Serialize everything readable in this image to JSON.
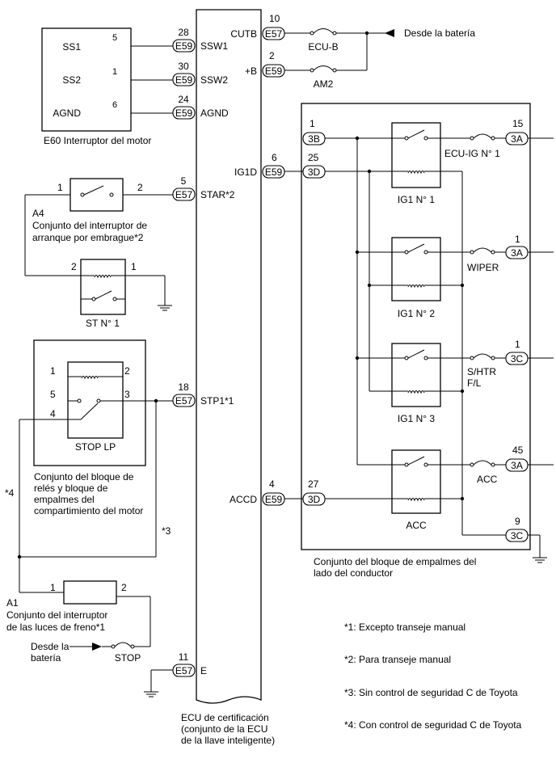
{
  "ecu": {
    "label_1": "ECU de certificación",
    "label_2": "(conjunto de la ECU",
    "label_3": "de la llave inteligente)"
  },
  "ecu_pins": [
    {
      "id": "ssw1",
      "pin": "28",
      "conn": "E59",
      "name": "SSW1"
    },
    {
      "id": "ssw2",
      "pin": "30",
      "conn": "E59",
      "name": "SSW2"
    },
    {
      "id": "agnd",
      "pin": "24",
      "conn": "E59",
      "name": "AGND"
    },
    {
      "id": "star",
      "pin": "5",
      "conn": "E57",
      "name": "STAR*2"
    },
    {
      "id": "stp1",
      "pin": "18",
      "conn": "E57",
      "name": "STP1*1"
    },
    {
      "id": "e",
      "pin": "11",
      "conn": "E57",
      "name": "E"
    },
    {
      "id": "cutb",
      "pin": "10",
      "conn": "E57",
      "name": "CUTB"
    },
    {
      "id": "plusb",
      "pin": "2",
      "conn": "E59",
      "name": "+B"
    },
    {
      "id": "ig1d",
      "pin": "6",
      "conn": "E59",
      "name": "IG1D"
    },
    {
      "id": "accd",
      "pin": "4",
      "conn": "E59",
      "name": "ACCD"
    }
  ],
  "engine_switch": {
    "label": "E60  Interruptor del motor",
    "pins": [
      {
        "name": "SS1",
        "num": "5"
      },
      {
        "name": "SS2",
        "num": "1"
      },
      {
        "name": "AGND",
        "num": "6"
      }
    ]
  },
  "clutch_switch": {
    "id": "A4",
    "label_1": "Conjunto del interruptor de",
    "label_2": "arranque por embrague*2",
    "pin_left": "1",
    "pin_right": "2"
  },
  "st_relay": {
    "label": "ST N° 1",
    "pin_left": "2",
    "pin_right": "1"
  },
  "stop_lp": {
    "label": "STOP LP",
    "pins": [
      "1",
      "2",
      "5",
      "3",
      "4"
    ],
    "block_label_1": "Conjunto del bloque de",
    "block_label_2": "relés y bloque de",
    "block_label_3": "empalmes del",
    "block_label_4": "compartimiento del motor"
  },
  "stoplight_switch": {
    "id": "A1",
    "label_1": "Conjunto del interruptor",
    "label_2": "de las luces de freno*1",
    "pin_left": "1",
    "pin_right": "2"
  },
  "battery": {
    "top": "Desde la batería",
    "bottom_1": "Desde la",
    "bottom_2": "batería"
  },
  "fuses": {
    "ecu_b": "ECU-B",
    "am2": "AM2",
    "stop": "STOP",
    "ecu_ig": "ECU-IG N° 1",
    "wiper": "WIPER",
    "shtr_1": "S/HTR",
    "shtr_2": "F/L",
    "acc": "ACC"
  },
  "junction_block": {
    "label_1": "Conjunto del bloque de empalmes del",
    "label_2": "lado del conductor",
    "in_conns": [
      {
        "pin": "1",
        "conn": "3B"
      },
      {
        "pin": "25",
        "conn": "3D"
      },
      {
        "pin": "27",
        "conn": "3D"
      }
    ],
    "out_conns": [
      {
        "pin": "15",
        "conn": "3A"
      },
      {
        "pin": "1",
        "conn": "3A"
      },
      {
        "pin": "1",
        "conn": "3C"
      },
      {
        "pin": "45",
        "conn": "3A"
      },
      {
        "pin": "9",
        "conn": "3C"
      }
    ],
    "relays": [
      "IG1 N° 1",
      "IG1 N° 2",
      "IG1 N° 3",
      "ACC"
    ]
  },
  "marks": {
    "m4": "*4",
    "m3": "*3"
  },
  "notes": [
    "*1: Excepto transeje manual",
    "*2: Para transeje manual",
    "*3: Sin control de seguridad C de Toyota",
    "*4: Con control de seguridad C de Toyota"
  ]
}
